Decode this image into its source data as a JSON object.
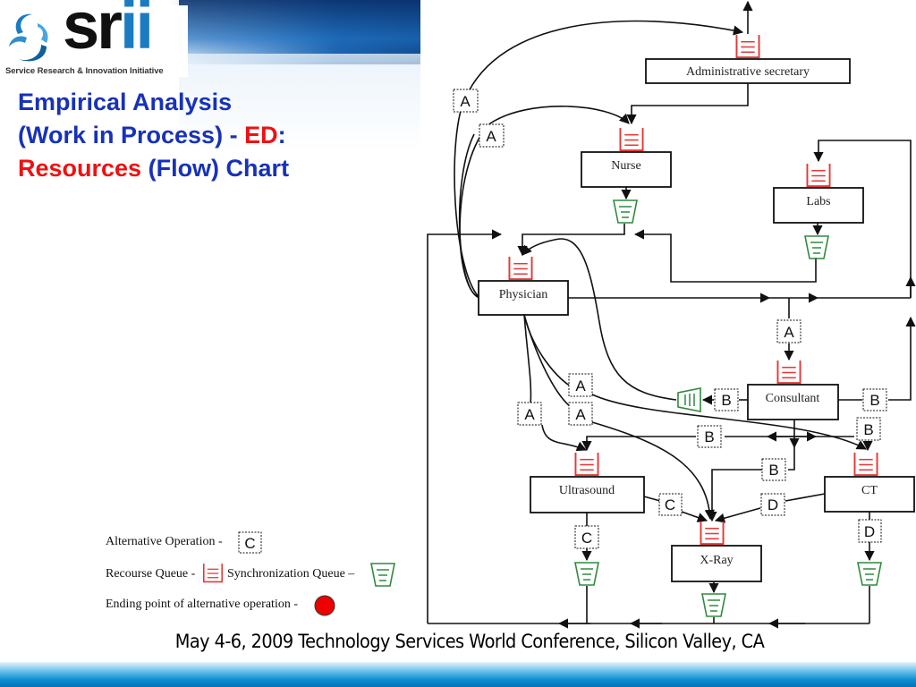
{
  "header": {
    "logo_text_main": "sr",
    "logo_text_accent": "ii",
    "logo_subtitle": "Service Research & Innovation Initiative",
    "brand_color": "#1b7cc2"
  },
  "title": {
    "line1": "Empirical Analysis",
    "line2_part1": "(Work in Process) - ",
    "line2_red": "ED",
    "line2_part2": ":",
    "line3_red": "Resources",
    "line3_part2": " (Flow) Chart",
    "blue_color": "#1732b8",
    "red_color": "#ee1111"
  },
  "diagram": {
    "nodes": {
      "admin": "Administrative secretary",
      "nurse": "Nurse",
      "labs": "Labs",
      "physician": "Physician",
      "consultant": "Consultant",
      "ultrasound": "Ultrasound",
      "ct": "CT",
      "xray": "X-Ray"
    },
    "alt_labels": {
      "a_admin": "A",
      "a_nurse": "A",
      "a_consult": "A",
      "a_phys1": "A",
      "a_phys2": "A",
      "a_phys3": "A",
      "b_consult_left": "B",
      "b_consult_right": "B",
      "b_ct_top": "B",
      "b_horizontal": "B",
      "b_xray": "B",
      "c_us_xray": "C",
      "c_us_down": "C",
      "d_ct_xray": "D",
      "d_ct_down": "D"
    },
    "colors": {
      "resource_queue": "#e53935",
      "sync_queue": "#2e8b3e",
      "line": "#111111"
    }
  },
  "legend": {
    "alt_op_label": "Alternative Operation - ",
    "alt_op_example": "C",
    "resource_queue_label": "Recourse Queue -",
    "sync_queue_label": "Synchronization Queue –",
    "ending_point_label": "Ending point of alternative operation - ",
    "ending_point_color": "#ee0000"
  },
  "footer": {
    "text": "May 4-6, 2009 Technology Services World Conference,  Silicon Valley, CA"
  }
}
